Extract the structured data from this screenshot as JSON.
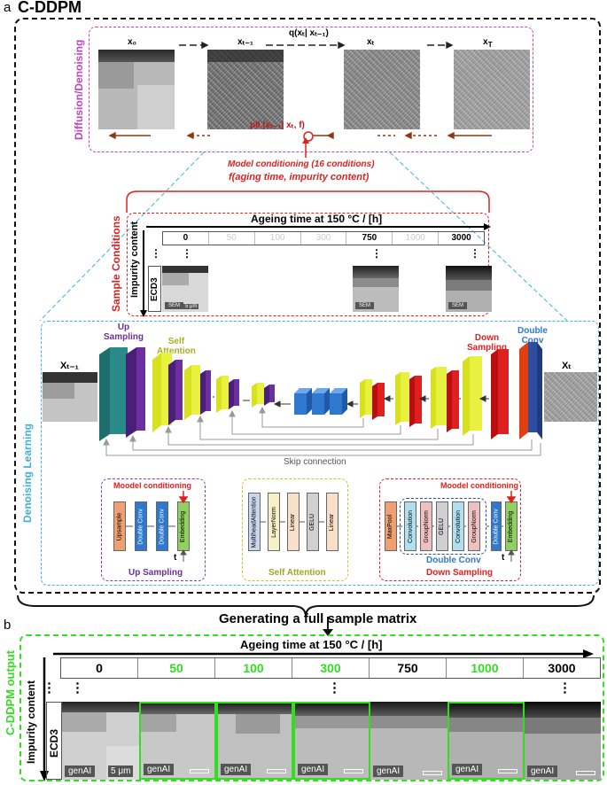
{
  "panel_a": {
    "letter": "a",
    "title": "C-DDPM",
    "diffusion": {
      "side_label": "Diffusion/Denoising",
      "states": [
        "x₀",
        "xₜ₋₁",
        "xₜ",
        "xₜ"
      ],
      "state_suffix_T": "T",
      "forward_label": "q(xₜ| xₜ₋₁)",
      "reverse_label": "pθ (xₜ₋₁| xₜ, f)",
      "conditioning_line1": "Model conditioning (16 conditions)",
      "conditioning_line2": "f(aging time, impurity content)"
    },
    "sample_conditions": {
      "side_label": "Sample Conditions",
      "axis_title": "Ageing time at 150 °C / [h]",
      "row_axis": "Impurity content",
      "times": [
        "0",
        "50",
        "100",
        "300",
        "750",
        "1000",
        "3000"
      ],
      "row_label": "ECD3",
      "sem_tag": "SEM",
      "scale_text": "5 μm",
      "ellipsis": "⋮"
    },
    "denoising": {
      "side_label": "Denoising Learning",
      "input_label": "Xₜ",
      "output_label": "Xₜ₋₁",
      "up_sampling": "Up\nSampling",
      "self_attention": "Self\nAttention",
      "down_sampling": "Down\nSampling",
      "double_conv": "Double\nConv",
      "skip_connection": "Skip connection",
      "up_block": {
        "title": "Up Sampling",
        "conditioning": "Moodel conditioning",
        "t": "t",
        "layers": [
          "Upsample",
          "Double Conv",
          "Double Conv",
          "Embedding"
        ]
      },
      "attn_block": {
        "title": "Self Attention",
        "layers": [
          "MultiheadAttention",
          "LayerNorm",
          "Linear",
          "GELU",
          "Linear"
        ]
      },
      "down_block": {
        "title": "Down Sampling",
        "conditioning": "Moodel conditioning",
        "t": "t",
        "inner_title": "Double Conv",
        "layers": [
          "MaxPool",
          "Convolution",
          "GroupNorm",
          "GELU",
          "Convolution",
          "GroupNorm",
          "Double Conv",
          "Embedding"
        ]
      }
    }
  },
  "transition": "Generating a full sample matrix",
  "panel_b": {
    "letter": "b",
    "side_label": "C-DDPM output",
    "axis_title": "Ageing time at 150 °C / [h]",
    "row_axis": "Impurity content",
    "times": [
      "0",
      "50",
      "100",
      "300",
      "750",
      "1000",
      "3000"
    ],
    "generated": [
      false,
      true,
      true,
      true,
      false,
      true,
      false
    ],
    "row_label": "ECD3",
    "tag": "genAI",
    "scale_text": "5 μm",
    "ellipsis": "⋮"
  },
  "colors": {
    "magenta": "#c042c0",
    "red": "#e02020",
    "cyan": "#3fb0e0",
    "green": "#33dd22",
    "purple": "#6b2fa0",
    "yellow": "#e8f040",
    "blue": "#2e78d0",
    "teal": "#1f6e6e"
  }
}
